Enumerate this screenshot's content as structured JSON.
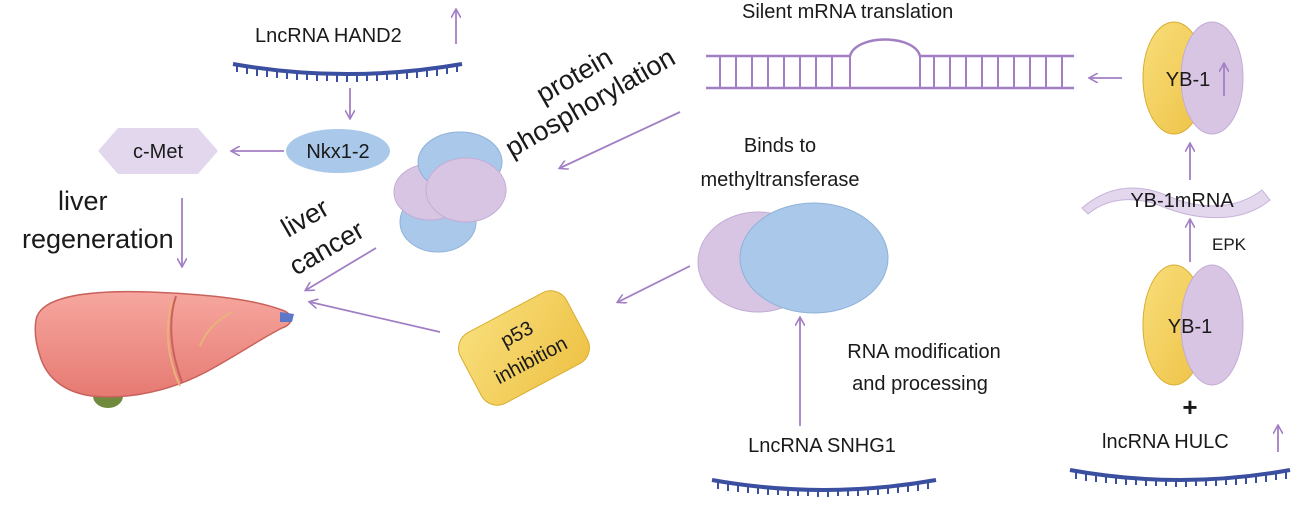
{
  "labels": {
    "hand2": "LncRNA HAND2",
    "nkx": "Nkx1-2",
    "cmet": "c-Met",
    "liver_regen_1": "liver",
    "liver_regen_2": "regeneration",
    "liver_cancer_1": "liver",
    "liver_cancer_2": "cancer",
    "protein_1": "protein",
    "protein_2": "phosphorylation",
    "silent": "Silent mRNA translation",
    "yb1_top": "YB-1",
    "yb1mrna": "YB-1mRNA",
    "epk": "EPK",
    "yb1_bottom": "YB-1",
    "plus": "+",
    "hulc": "lncRNA HULC",
    "binds_1": "Binds to",
    "binds_2": "methyltransferase",
    "p53_1": "p53",
    "p53_2": "inhibition",
    "rnamod_1": "RNA modification",
    "rnamod_2": "and processing",
    "snhg1": "LncRNA SNHG1"
  },
  "colors": {
    "arrow": "#a27fc4",
    "rna_strand": "#3a4fa0",
    "blue_fill": "#a9c8ea",
    "purple_fill": "#d8c5e4",
    "yellow_fill": "#f4d25c",
    "liver_fill": "#ef8f86",
    "hexagon_fill": "#e3d7ee"
  }
}
